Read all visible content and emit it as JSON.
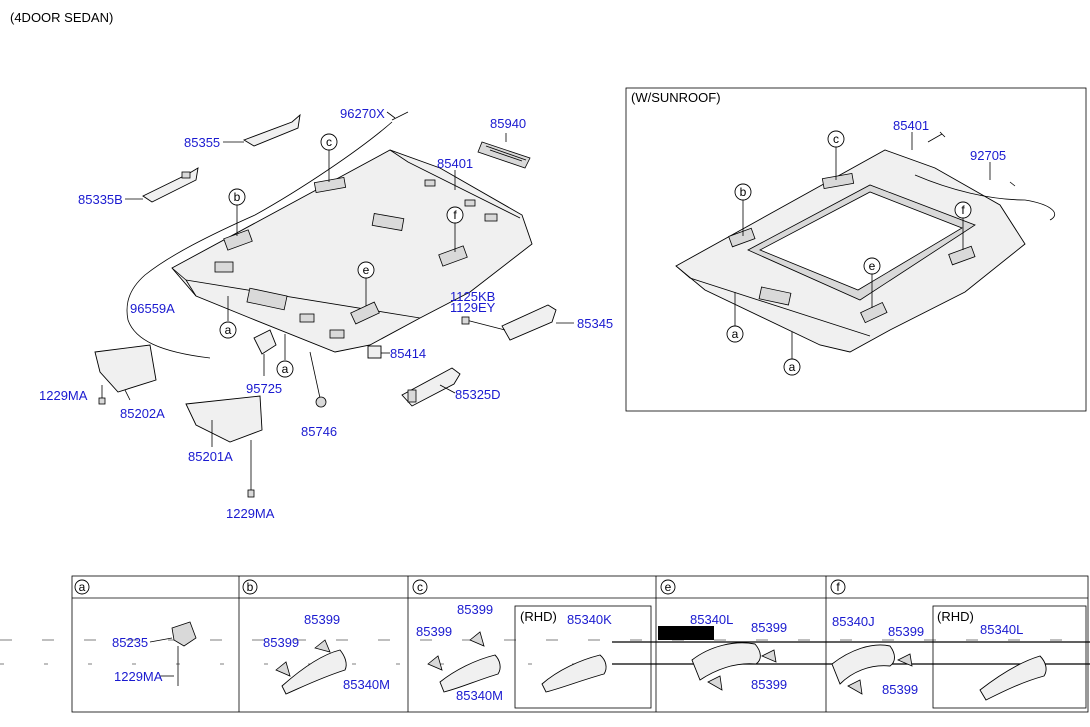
{
  "header": {
    "variant": "(4DOOR SEDAN)"
  },
  "sunroof_box": {
    "title": "(W/SUNROOF)"
  },
  "main_labels": {
    "p96270X": "96270X",
    "p85940": "85940",
    "p85355": "85355",
    "p85401": "85401",
    "p85335B": "85335B",
    "p96559A": "96559A",
    "p1125KB": "1125KB",
    "p1129EY": "1129EY",
    "p85345": "85345",
    "p85414": "85414",
    "p95725": "95725",
    "p1229MA_left": "1229MA",
    "p85202A": "85202A",
    "p85325D": "85325D",
    "p85746": "85746",
    "p85201A": "85201A",
    "p1229MA_bottom": "1229MA"
  },
  "sunroof_labels": {
    "p85401": "85401",
    "p92705": "92705"
  },
  "callouts": {
    "a": "a",
    "b": "b",
    "c": "c",
    "e": "e",
    "f": "f"
  },
  "detail_table": {
    "cells": [
      {
        "letter": "a",
        "parts": [
          "85235",
          "1229MA"
        ]
      },
      {
        "letter": "b",
        "parts": [
          "85399",
          "85399",
          "85340M"
        ]
      },
      {
        "letter": "c",
        "parts": [
          "85399",
          "85399",
          "85340M"
        ],
        "rhd": {
          "title": "(RHD)",
          "part": "85340K"
        }
      },
      {
        "letter": "e",
        "parts": [
          "85340L",
          "85399",
          "85399"
        ]
      },
      {
        "letter": "f",
        "parts": [
          "85340J",
          "85399",
          "85399"
        ],
        "rhd": {
          "title": "(RHD)",
          "part": "85340L"
        }
      }
    ]
  },
  "colors": {
    "part_number": "#1a1ad0",
    "line": "#000000",
    "background": "#ffffff"
  }
}
